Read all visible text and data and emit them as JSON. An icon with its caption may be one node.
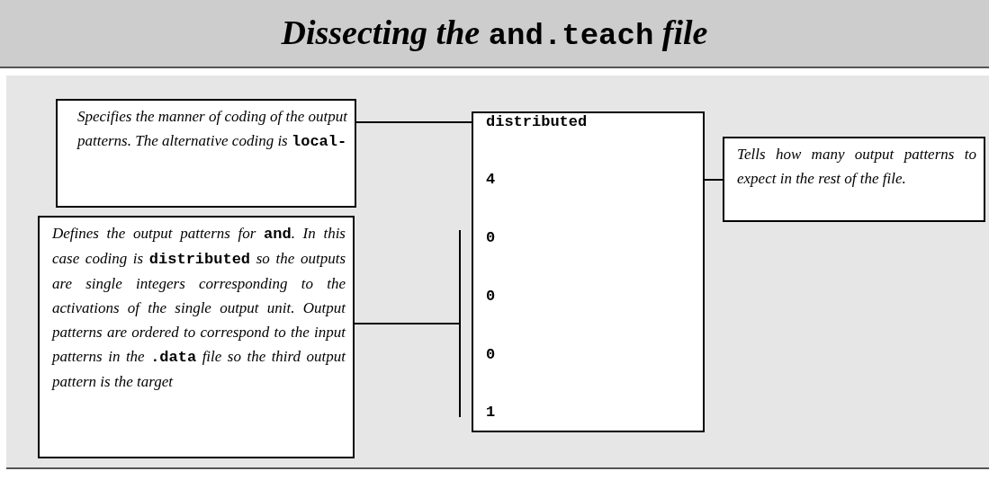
{
  "diagram": {
    "title": "Dissecting the **and.teach** file",
    "nodes": [
      {
        "text": [
          "Specifies the manner of coding of the output patterns. The alternative coding is **local-**"
        ]
      },
      {
        "text": [
          "Defines the output patterns for **and**. In this case coding is **distributed** so the outputs are single integers corresponding to the activations of the single output unit. Output patterns are ordered to correspond to the input patterns in the **.data** file so the third output pattern is the target"
        ]
      },
      {
        "text": [],
        "shape": "bar"
      },
      {
        "text": [],
        "shape": "box"
      },
      {
        "text": [
          "distributed"
        ],
        "in": 3
      },
      {
        "text": [
          "4"
        ],
        "in": 3
      },
      {
        "text": [
          "0"
        ],
        "in": 3
      },
      {
        "text": [
          "0"
        ],
        "in": 3
      },
      {
        "text": [
          "0"
        ],
        "in": 3
      },
      {
        "text": [
          "1"
        ],
        "in": 3
      },
      {
        "text": [
          "Tells how many output patterns to expect in the rest of the file."
        ]
      }
    ],
    "edges": [
      {
        "from": 0,
        "to": 4,
        "arrow": "none"
      },
      {
        "from": 10,
        "to": 5,
        "arrow": "none"
      },
      {
        "from": 1,
        "to": 2,
        "arrow": "none"
      }
    ]
  }
}
